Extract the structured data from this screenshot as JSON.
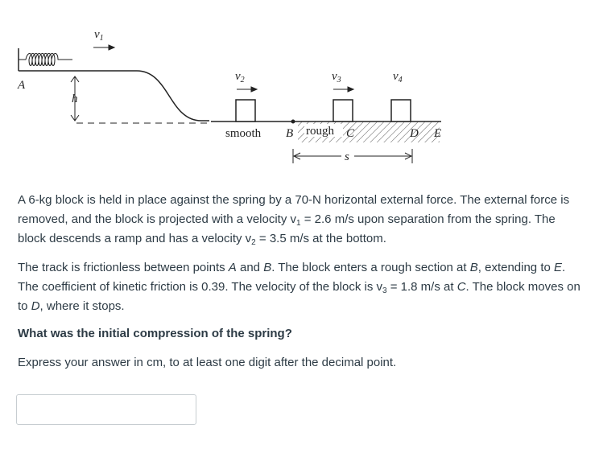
{
  "figure": {
    "labels": {
      "v1": "v",
      "v1_sub": "1",
      "v2": "v",
      "v2_sub": "2",
      "v3": "v",
      "v3_sub": "3",
      "v4": "v",
      "v4_sub": "4",
      "A": "A",
      "h": "h",
      "smooth": "smooth",
      "B": "B",
      "rough": "rough",
      "C": "C",
      "D": "D",
      "E": "E",
      "s": "s"
    }
  },
  "problem": {
    "p1_a": "A 6-kg block is held in place against the spring by a 70-N horizontal external force. The external force is removed, and the block is projected with a velocity v",
    "p1_sub1": "1",
    "p1_b": " = 2.6 m/s upon separation from the spring. The block descends a ramp and has a velocity v",
    "p1_sub2": "2",
    "p1_c": " = 3.5 m/s at the bottom.",
    "p2_a": "The track is frictionless between points ",
    "p2_A": "A",
    "p2_b": " and ",
    "p2_B": "B",
    "p2_c": ". The block enters a rough section at ",
    "p2_B2": "B",
    "p2_d": ", extending to ",
    "p2_E": "E",
    "p2_e": ". The coefficient of kinetic friction is 0.39. The velocity of the block is v",
    "p2_sub3": "3",
    "p2_f": " = 1.8 m/s at ",
    "p2_C": "C",
    "p2_g": ". The block moves on to ",
    "p2_D": "D",
    "p2_h": ", where it stops.",
    "question": "What was the initial compression of the spring?",
    "instruction": "Express your answer in cm, to at least one digit after the decimal point."
  },
  "answer": {
    "value": "",
    "placeholder": ""
  }
}
